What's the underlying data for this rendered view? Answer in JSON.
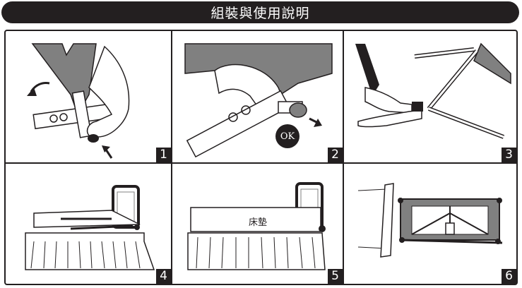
{
  "header": {
    "title": "組裝與使用說明"
  },
  "steps": [
    {
      "number": "1"
    },
    {
      "number": "2",
      "badge": "OK"
    },
    {
      "number": "3"
    },
    {
      "number": "4"
    },
    {
      "number": "5",
      "mattress_label": "床墊"
    },
    {
      "number": "6"
    }
  ],
  "colors": {
    "dark": "#231f20",
    "fabric": "#808080",
    "background": "#ffffff"
  }
}
